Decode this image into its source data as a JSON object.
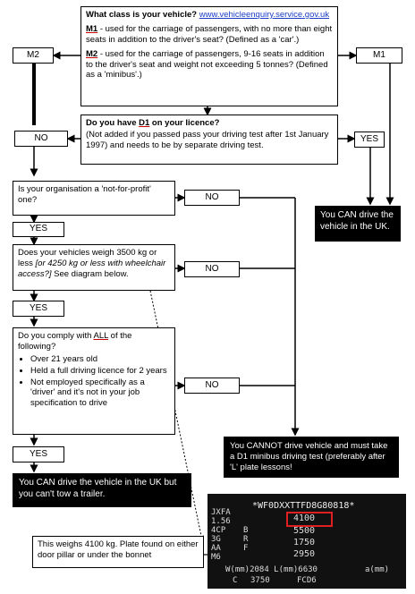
{
  "q1": {
    "title": "What class is your vehicle?",
    "link": "www.vehicleenquiry.service.gov.uk",
    "m1_code": "M1",
    "m1_text": " - used for the carriage of passengers, with no more than eight seats in addition to the driver's seat? (Defined as a 'car'.)",
    "m2_code": "M2",
    "m2_text": " - used for the carriage of passengers, 9-16 seats in addition to the driver's seat and weight not exceeding 5 tonnes? (Defined as a 'minibus'.)"
  },
  "labels": {
    "m2": "M2",
    "m1": "M1",
    "no_d1": "NO",
    "yes_d1": "YES",
    "no_nfp": "NO",
    "yes_nfp": "YES",
    "no_weight": "NO",
    "yes_weight": "YES",
    "no_comply": "NO",
    "yes_comply": "YES"
  },
  "q2": {
    "title_pre": "Do you have ",
    "title_code": "D1",
    "title_post": " on your licence?",
    "note": "(Not added if you passed pass your driving test after 1st January 1997) and needs to be by separate driving test."
  },
  "q3": {
    "text": "Is your organisation a 'not-for-profit' one?"
  },
  "q4": {
    "text_pre": "Does your vehicles weigh 3500 kg or less ",
    "text_italic": "[or 4250 kg or less with wheelchair access?]",
    "text_post": " See diagram below."
  },
  "q5": {
    "text_pre": "Do you comply with ",
    "text_all": "ALL",
    "text_post": " of the following?",
    "items": [
      "Over 21 years old",
      "Held a full driving licence for 2 years",
      "Not employed specifically as a 'driver' and it's not in your job specification to drive"
    ]
  },
  "results": {
    "can_drive": "You CAN drive the vehicle in the UK.",
    "cannot_drive": "You CANNOT drive vehicle and must take a D1 minibus driving test (preferably after 'L' plate lessons!",
    "can_drive_no_trailer": "You CAN drive the vehicle in the UK but you can't tow a trailer."
  },
  "plate_note": "This weighs 4100 kg. Plate found on either door pillar or under the bonnet",
  "plate": {
    "vin": "*WF0DXXTTFD8G80818*",
    "codes": [
      "JXFA",
      "1.56",
      "4CP",
      "3G",
      "AA",
      "M6"
    ],
    "rows": [
      "B",
      "R",
      "F"
    ],
    "weights": [
      "4100",
      "5500",
      "1750",
      "2950"
    ],
    "footer": "W(mm)2084 L(mm)6630",
    "footer_right": "a(mm)",
    "bottom": [
      "C",
      "3750",
      "FCD6"
    ],
    "highlight_color": "#e02020"
  }
}
